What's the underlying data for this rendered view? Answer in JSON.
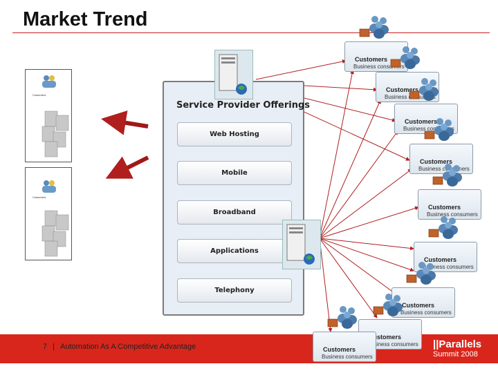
{
  "title": "Market Trend",
  "panel": {
    "title": "Service Provider Offerings",
    "offerings": [
      "Web Hosting",
      "Mobile",
      "Broadband",
      "Applications",
      "Telephony"
    ]
  },
  "left_thumbnails": [
    {
      "label": "Customers"
    },
    {
      "label": "Customers"
    }
  ],
  "customer_card": {
    "title": "Customers",
    "subtitle": "Business consumers"
  },
  "footer": {
    "page_number": "7",
    "separator": "|",
    "caption": "Automation As A Competitive Advantage",
    "brand": "||Parallels",
    "brand_sub": "Summit 2008"
  },
  "colors": {
    "accent": "#d9261c",
    "arrow": "#b01e1e",
    "panel": "#e8eef5"
  }
}
